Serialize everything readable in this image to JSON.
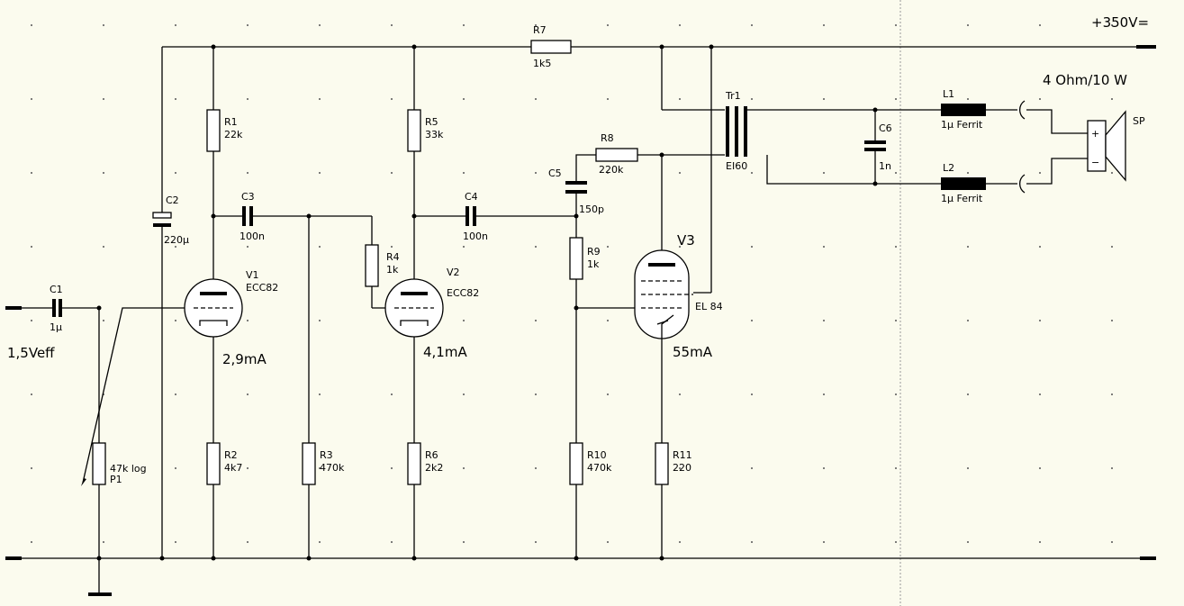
{
  "supply": {
    "label": "+350V="
  },
  "input": {
    "label": "1,5Veff"
  },
  "speaker": {
    "rating": "4 Ohm/10 W",
    "name": "SP",
    "plus": "+",
    "minus": "−"
  },
  "currents": {
    "v1": "2,9mA",
    "v2": "4,1mA",
    "v3": "55mA"
  },
  "components": {
    "C1": {
      "name": "C1",
      "value": "1µ"
    },
    "C2": {
      "name": "C2",
      "value": "220µ"
    },
    "C3": {
      "name": "C3",
      "value": "100n"
    },
    "C4": {
      "name": "C4",
      "value": "100n"
    },
    "C5": {
      "name": "C5",
      "value": "150p"
    },
    "C6": {
      "name": "C6",
      "value": "1n"
    },
    "R1": {
      "name": "R1",
      "value": "22k"
    },
    "R2": {
      "name": "R2",
      "value": "4k7"
    },
    "R3": {
      "name": "R3",
      "value": "470k"
    },
    "R4": {
      "name": "R4",
      "value": "1k"
    },
    "R5": {
      "name": "R5",
      "value": "33k"
    },
    "R6": {
      "name": "R6",
      "value": "2k2"
    },
    "R7": {
      "name": "R7",
      "value": "1k5"
    },
    "R8": {
      "name": "R8",
      "value": "220k"
    },
    "R9": {
      "name": "R9",
      "value": "1k"
    },
    "R10": {
      "name": "R10",
      "value": "470k"
    },
    "R11": {
      "name": "R11",
      "value": "220"
    },
    "P1": {
      "name": "P1",
      "value": "47k log"
    },
    "L1": {
      "name": "L1",
      "value": "1µ Ferrit"
    },
    "L2": {
      "name": "L2",
      "value": "1µ Ferrit"
    },
    "Tr1": {
      "name": "Tr1",
      "value": "EI60"
    },
    "V1": {
      "name": "V1",
      "value": "ECC82"
    },
    "V2": {
      "name": "V2",
      "value": "ECC82"
    },
    "V3": {
      "name": "V3",
      "value": "EL 84"
    }
  },
  "colors": {
    "background": "#fbfbee",
    "ink": "#000000",
    "grid_dot": "#555555"
  }
}
